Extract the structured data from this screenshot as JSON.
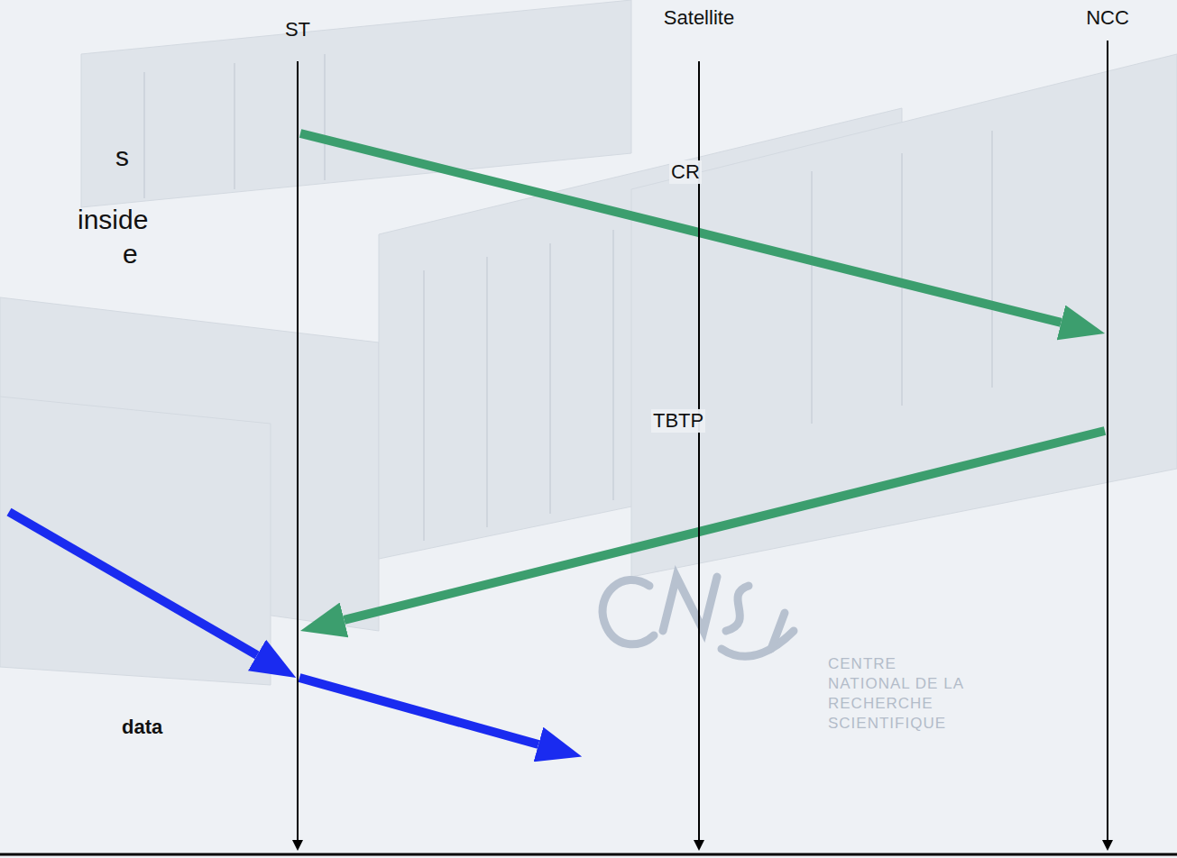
{
  "diagram": {
    "nodes": [
      {
        "text": [
          "ST"
        ]
      },
      {
        "text": [
          "Satellite"
        ]
      },
      {
        "text": [
          "NCC"
        ]
      }
    ],
    "edges": [
      {
        "from": 0,
        "to": 2,
        "label": "CR",
        "arrow": "to"
      },
      {
        "from": 2,
        "to": 0,
        "label": "TBTP",
        "arrow": "to"
      }
    ],
    "labels": [
      "s",
      "inside",
      "e",
      "data",
      "CENTRE NATIONAL DE LA RECHERCHE SCIENTIFIQUE"
    ]
  }
}
